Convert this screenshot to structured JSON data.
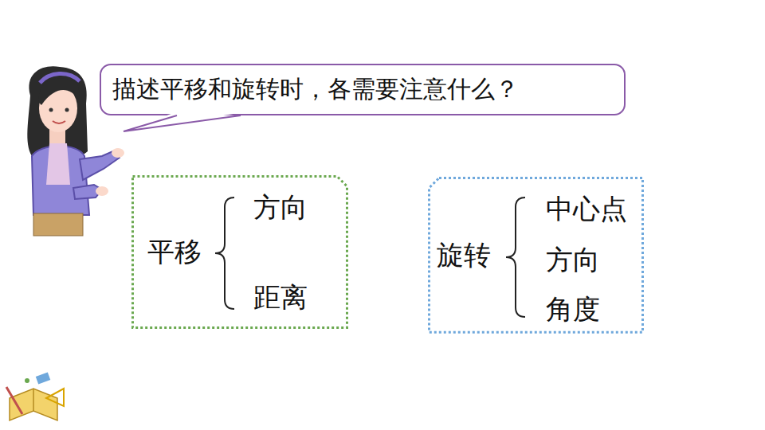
{
  "diagram": {
    "nodes": [
      {
        "text": [
          "描述平移和旋转时，各需要注意什么？"
        ]
      },
      {
        "text": [
          "平移",
          "方向",
          "距离"
        ]
      },
      {
        "text": [
          "旋转",
          "中心点",
          "方向",
          "角度"
        ]
      }
    ]
  }
}
